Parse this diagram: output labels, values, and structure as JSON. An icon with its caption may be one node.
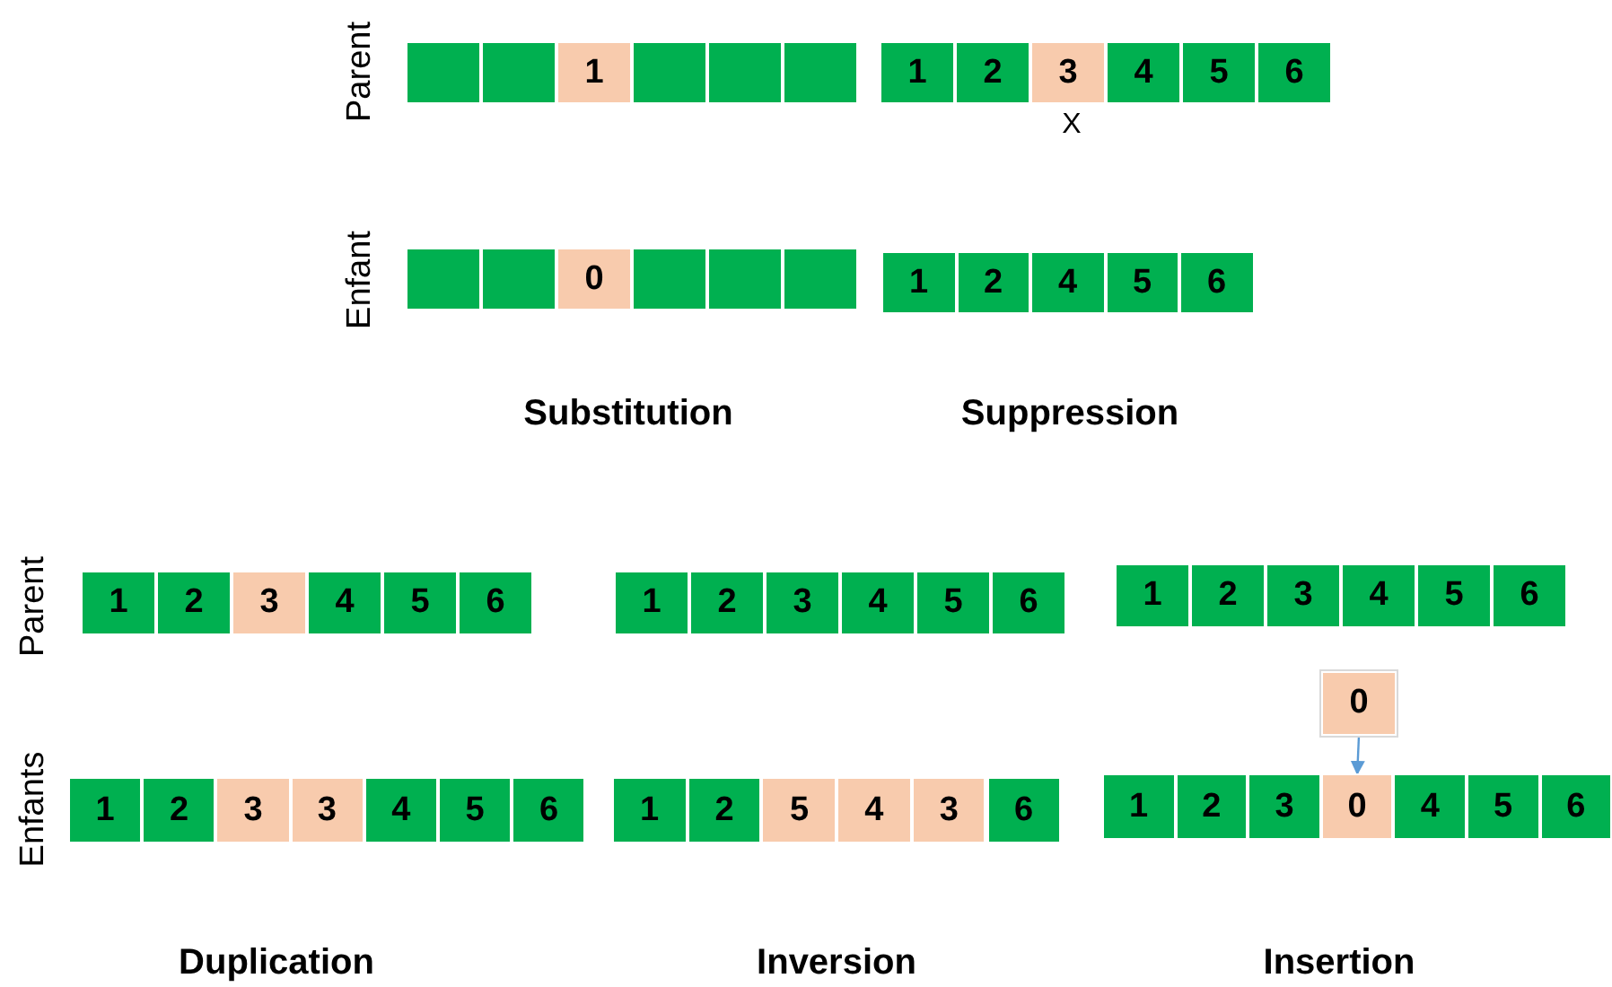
{
  "diagram": {
    "nodes": [
      {
        "text": [],
        "shape": "box"
      },
      {
        "text": [],
        "shape": "box"
      },
      {
        "text": [
          "1"
        ]
      },
      {
        "text": [],
        "shape": "box"
      },
      {
        "text": [],
        "shape": "box"
      },
      {
        "text": [],
        "shape": "box"
      },
      {
        "text": [
          "1"
        ]
      },
      {
        "text": [
          "2"
        ]
      },
      {
        "text": [
          "3"
        ]
      },
      {
        "text": [
          "4"
        ]
      },
      {
        "text": [
          "5"
        ]
      },
      {
        "text": [
          "6"
        ]
      },
      {
        "text": [],
        "shape": "box"
      },
      {
        "text": [],
        "shape": "box"
      },
      {
        "text": [
          "0"
        ]
      },
      {
        "text": [],
        "shape": "box"
      },
      {
        "text": [],
        "shape": "box"
      },
      {
        "text": [],
        "shape": "box"
      },
      {
        "text": [
          "1"
        ]
      },
      {
        "text": [
          "2"
        ]
      },
      {
        "text": [
          "4"
        ]
      },
      {
        "text": [
          "5"
        ]
      },
      {
        "text": [
          "6"
        ]
      },
      {
        "text": [
          "1"
        ]
      },
      {
        "text": [
          "2"
        ]
      },
      {
        "text": [
          "3"
        ]
      },
      {
        "text": [
          "4"
        ]
      },
      {
        "text": [
          "5"
        ]
      },
      {
        "text": [
          "6"
        ]
      },
      {
        "text": [
          "1"
        ]
      },
      {
        "text": [
          "2"
        ]
      },
      {
        "text": [
          "3"
        ]
      },
      {
        "text": [
          "4"
        ]
      },
      {
        "text": [
          "5"
        ]
      },
      {
        "text": [
          "6"
        ]
      },
      {
        "text": [
          "1"
        ]
      },
      {
        "text": [
          "2"
        ]
      },
      {
        "text": [
          "3"
        ]
      },
      {
        "text": [
          "4"
        ]
      },
      {
        "text": [
          "5"
        ]
      },
      {
        "text": [
          "6"
        ]
      },
      {
        "text": [
          "0"
        ]
      },
      {
        "text": [
          "1"
        ]
      },
      {
        "text": [
          "2"
        ]
      },
      {
        "text": [
          "3"
        ]
      },
      {
        "text": [
          "3"
        ]
      },
      {
        "text": [
          "4"
        ]
      },
      {
        "text": [
          "5"
        ]
      },
      {
        "text": [
          "6"
        ]
      },
      {
        "text": [
          "1"
        ]
      },
      {
        "text": [
          "2"
        ]
      },
      {
        "text": [
          "5"
        ]
      },
      {
        "text": [
          "4"
        ]
      },
      {
        "text": [
          "3"
        ]
      },
      {
        "text": [
          "6"
        ]
      },
      {
        "text": [
          "1"
        ]
      },
      {
        "text": [
          "2"
        ]
      },
      {
        "text": [
          "3"
        ]
      },
      {
        "text": [
          "0"
        ]
      },
      {
        "text": [
          "4"
        ]
      },
      {
        "text": [
          "5"
        ]
      },
      {
        "text": [
          "6"
        ]
      }
    ],
    "edges": [
      {
        "from": 41,
        "to": 58,
        "arrow": "to"
      }
    ],
    "labels": [
      "Parent",
      "X",
      "Enfant",
      "Substitution",
      "Suppression",
      "Parent",
      "Enfants",
      "Duplication",
      "Inversion",
      "Insertion"
    ]
  }
}
